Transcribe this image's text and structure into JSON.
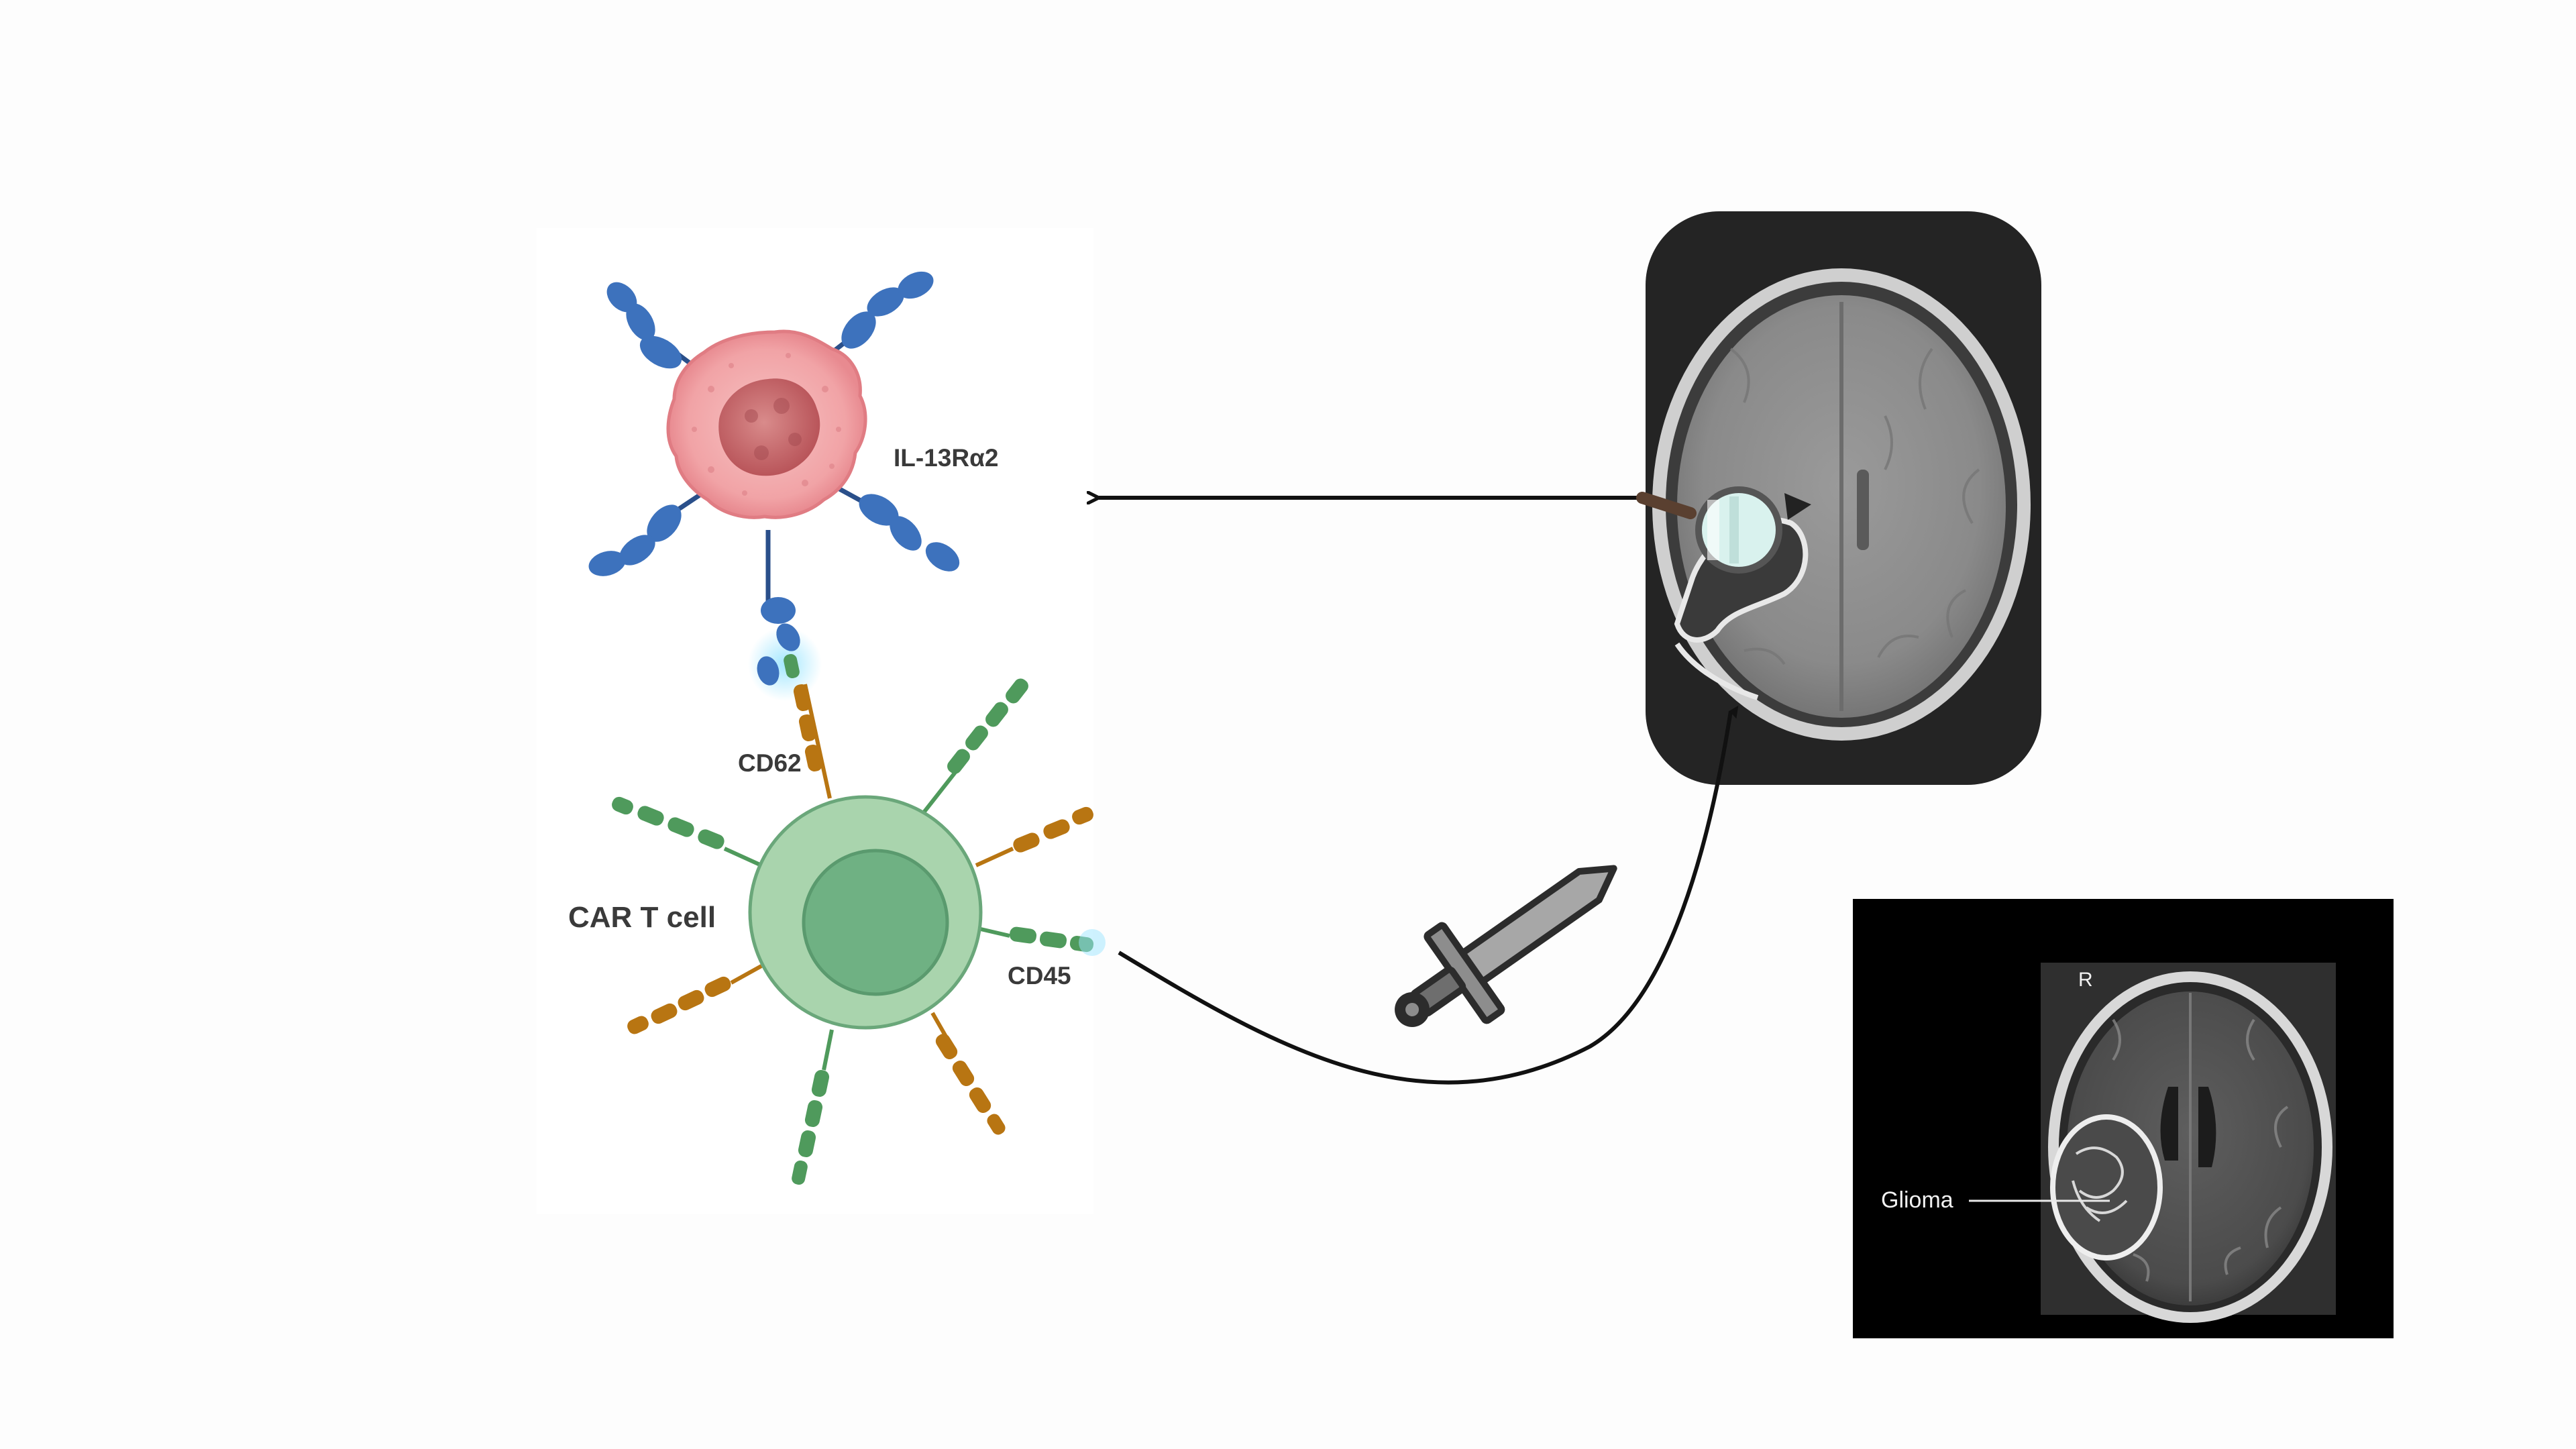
{
  "diagram": {
    "labels": {
      "receptor": "IL-13Rα2",
      "cd62": "CD62",
      "car_t_cell": "CAR T cell",
      "cd45": "CD45"
    },
    "mri_inset": {
      "orientation_marker": "R",
      "tumor_label": "Glioma"
    },
    "icons": {
      "weapon": "sword-icon",
      "inspect": "magnifier-icon"
    },
    "colors": {
      "tumor_cell": "#f2a8a8",
      "tumor_nucleus": "#c86a6a",
      "receptor": "#3d72bd",
      "car_t_cell": "#a9d4ad",
      "car_t_nucleus": "#6fb183",
      "cd62_stalk": "#b87512",
      "cd45_stalk": "#4f9a5c"
    }
  }
}
